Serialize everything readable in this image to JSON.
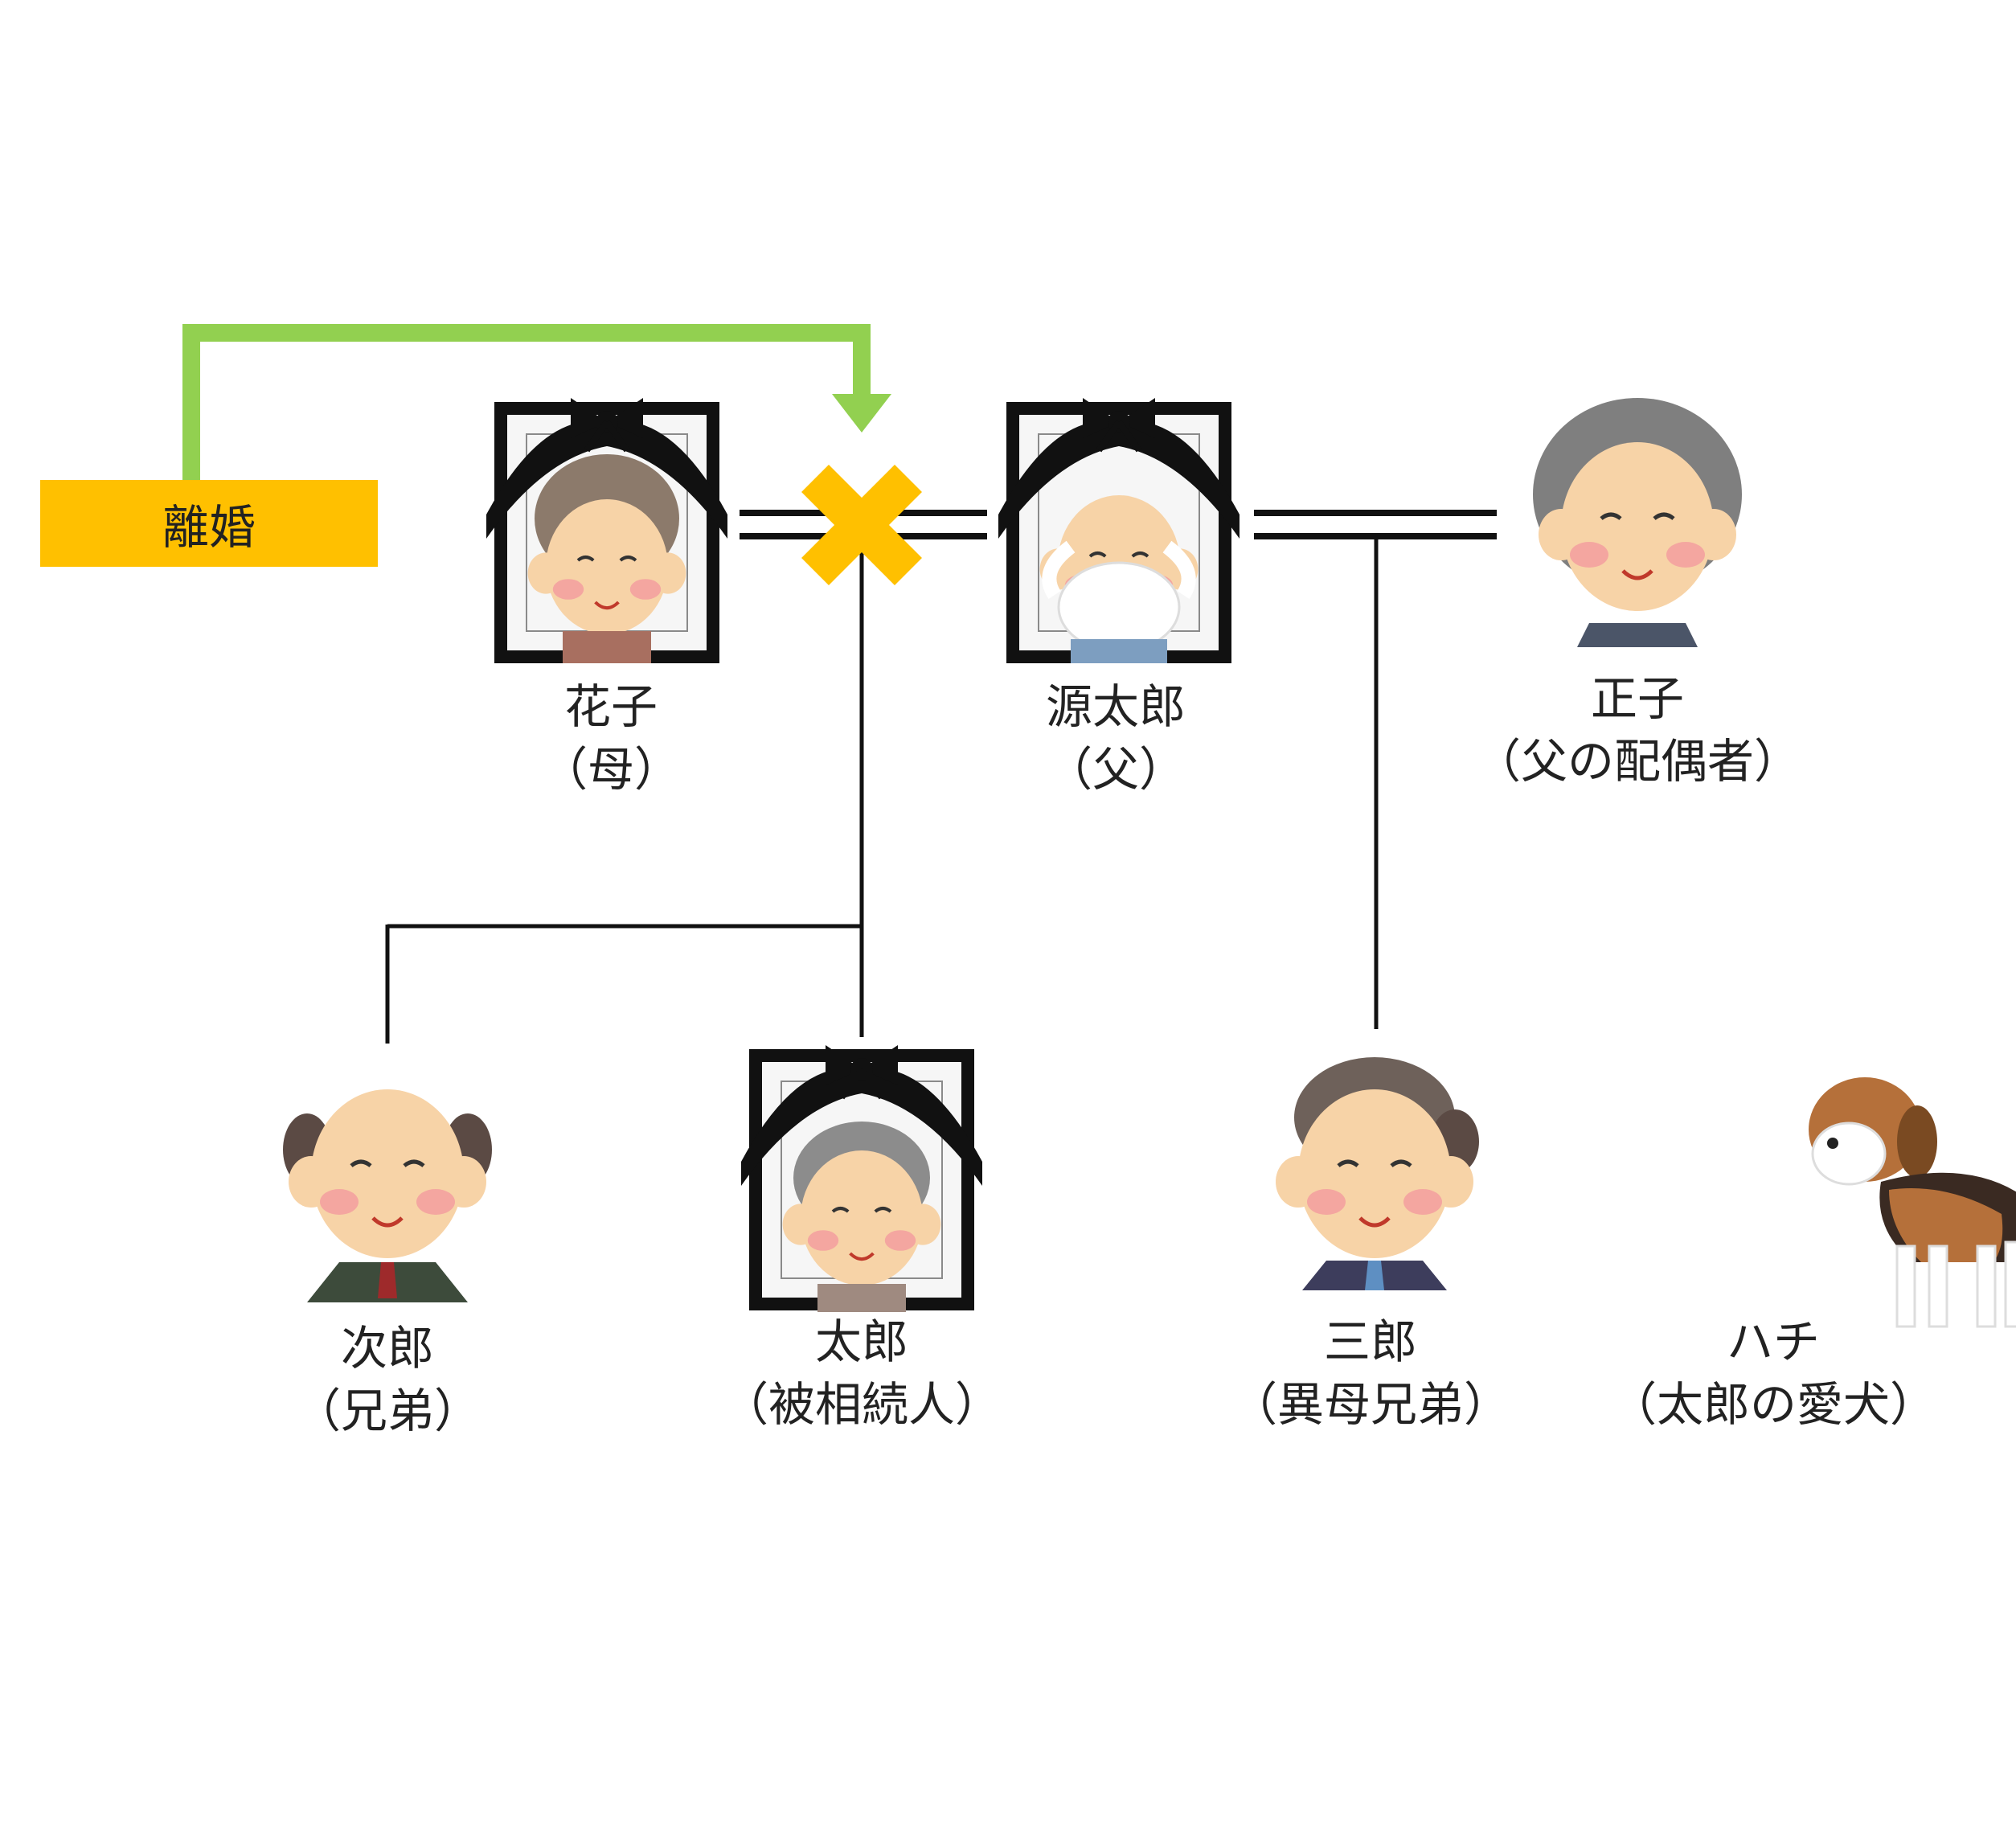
{
  "badge": {
    "label": "離婚",
    "color": "#FFC000"
  },
  "arrow_color": "#92D050",
  "cross_color": "#FFC000",
  "people": {
    "hanako": {
      "name": "花子",
      "role": "（母）",
      "deceased": true
    },
    "gentaro": {
      "name": "源太郎",
      "role": "（父）",
      "deceased": true
    },
    "masako": {
      "name": "正子",
      "role": "（父の配偶者）",
      "deceased": false
    },
    "jiro": {
      "name": "次郎",
      "role": "（兄弟）",
      "deceased": false
    },
    "taro": {
      "name": "太郎",
      "role": "（被相続人）",
      "deceased": true
    },
    "saburo": {
      "name": "三郎",
      "role": "（異母兄弟）",
      "deceased": false
    },
    "hachi": {
      "name": "ハチ",
      "role": "（太郎の愛犬）",
      "deceased": false
    }
  }
}
